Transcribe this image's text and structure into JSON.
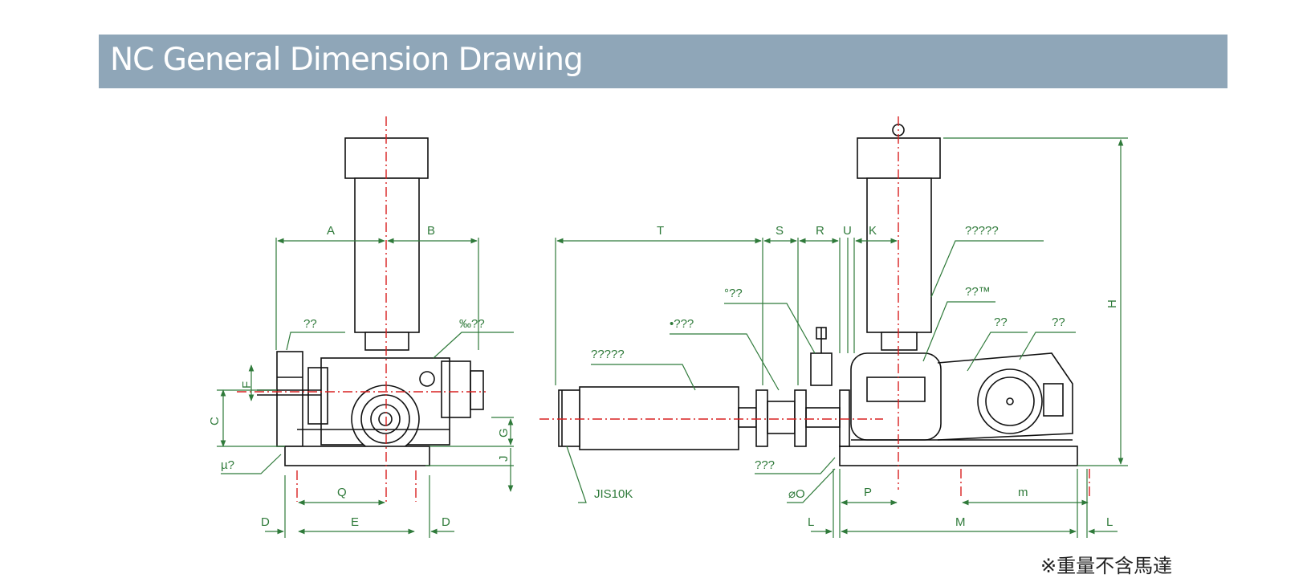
{
  "title": "NC General Dimension Drawing",
  "note": "※重量不含馬達",
  "front_view": {
    "dims": {
      "A": "A",
      "B": "B",
      "C": "C",
      "F": "F",
      "G": "G",
      "J": "J",
      "Q": "Q",
      "D_left": "D",
      "E": "E",
      "D_right": "D"
    },
    "labels": {
      "part1": "??",
      "part2": "‰??",
      "part3": "µ?"
    }
  },
  "side_view": {
    "dims": {
      "T": "T",
      "S": "S",
      "R": "R",
      "U": "U",
      "K": "K",
      "H": "H",
      "O": "⌀O",
      "P": "P",
      "m": "m",
      "L_left": "L",
      "M": "M",
      "L_right": "L"
    },
    "labels": {
      "silencer_top": "?????",
      "gauge": "°??",
      "valve": "•???",
      "silencer": "?????",
      "belt": "??™",
      "motor1": "??",
      "motor2": "??",
      "base": "???",
      "flange": "JIS10K"
    }
  },
  "colors": {
    "line": "#111111",
    "dim": "#2f7a3a",
    "center": "#d82020",
    "title_bg": "#8fa6b8"
  }
}
